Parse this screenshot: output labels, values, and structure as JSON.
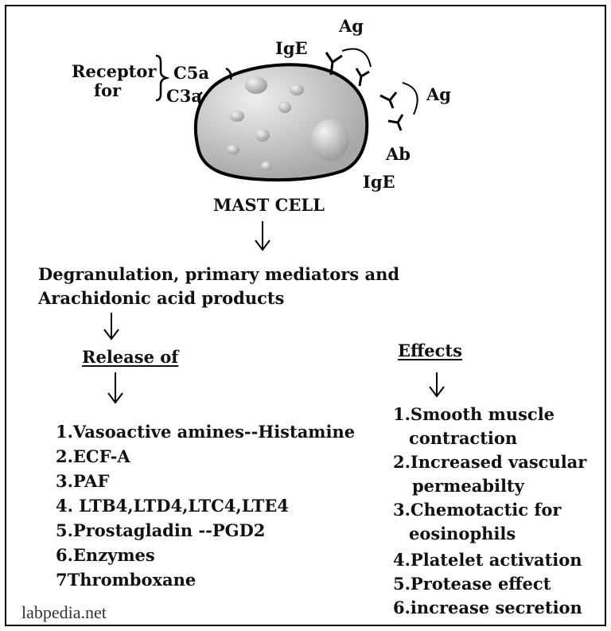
{
  "cell": {
    "receptor_label_1": "Receptor",
    "receptor_label_2": "for",
    "c5a": "C5a",
    "c3a": "C3a",
    "ige_top": "IgE",
    "ag_top": "Ag",
    "ag_right": "Ag",
    "ab": "Ab",
    "ige_right": "IgE",
    "name": "MAST CELL"
  },
  "step": {
    "line1": "Degranulation, primary mediators and",
    "line2": "Arachidonic  acid products"
  },
  "release": {
    "heading": "Release  of",
    "items": [
      "1.Vasoactive amines--Histamine",
      "2.ECF-A",
      "3.PAF",
      "4. LTB4,LTD4,LTC4,LTE4",
      "5.Prostagladin --PGD2",
      "6.Enzymes",
      "7Thromboxane"
    ]
  },
  "effects": {
    "heading": "Effects",
    "lines": [
      "1.Smooth muscle",
      " contraction",
      "2.Increased vascular",
      "  permeabilty",
      "3.Chemotactic for",
      " eosinophils",
      "4.Platelet activation",
      "5.Protease effect",
      "6.increase secretion"
    ]
  },
  "footer": {
    "source": "labpedia.net"
  },
  "colors": {
    "cell_fill": "#d6d6d6",
    "granule": "#b9b9b9",
    "outline": "#000000"
  }
}
